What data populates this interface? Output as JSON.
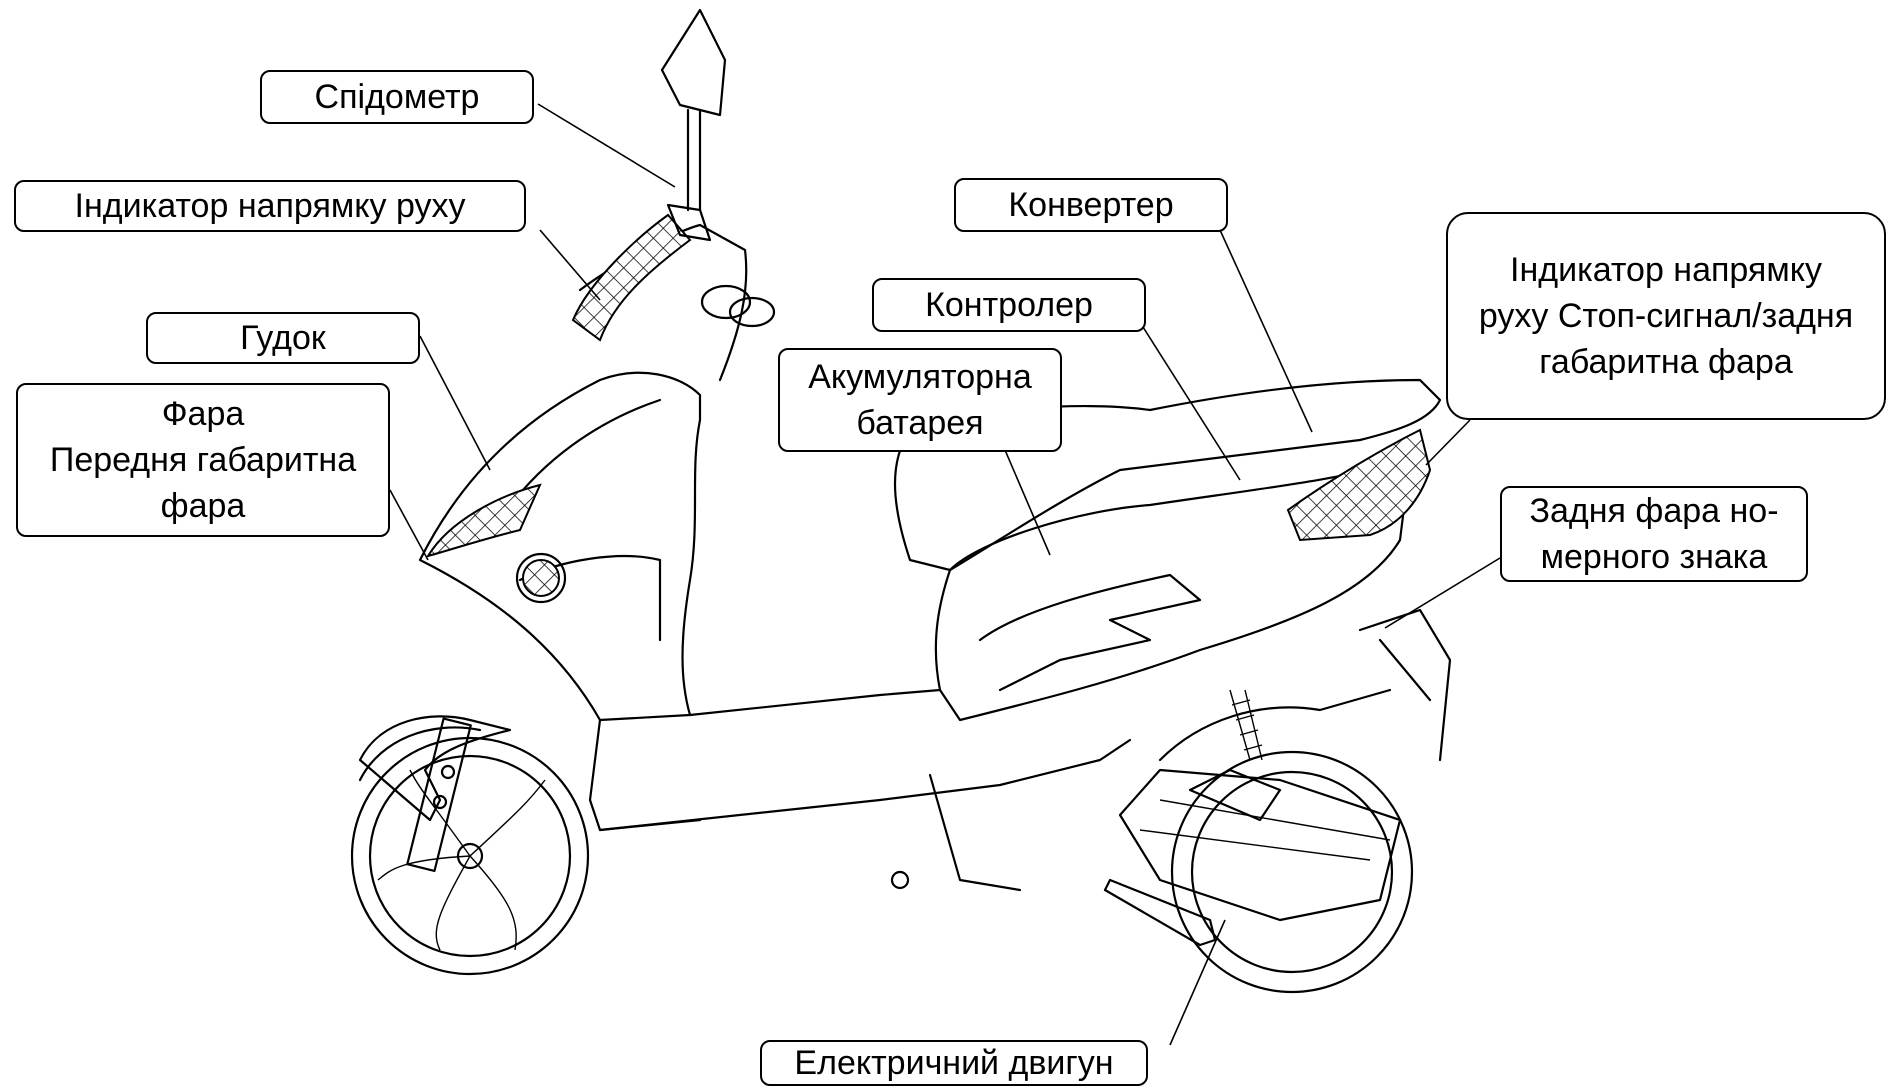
{
  "labels": {
    "speedometer": "Спідометр",
    "front_turn_indicator": "Індикатор напрямку руху",
    "horn": "Гудок",
    "headlight": "Фара\nПередня габаритна\nфара",
    "battery": "Акумуляторна\nбатарея",
    "controller": "Контролер",
    "converter": "Конвертер",
    "rear_indicators": "Індикатор напрямку\nруху Стоп-сигнал/задня\nгабаритна фара",
    "license_plate_light": "Задня фара но-\nмерного знака",
    "motor": "Електричний двигун"
  }
}
